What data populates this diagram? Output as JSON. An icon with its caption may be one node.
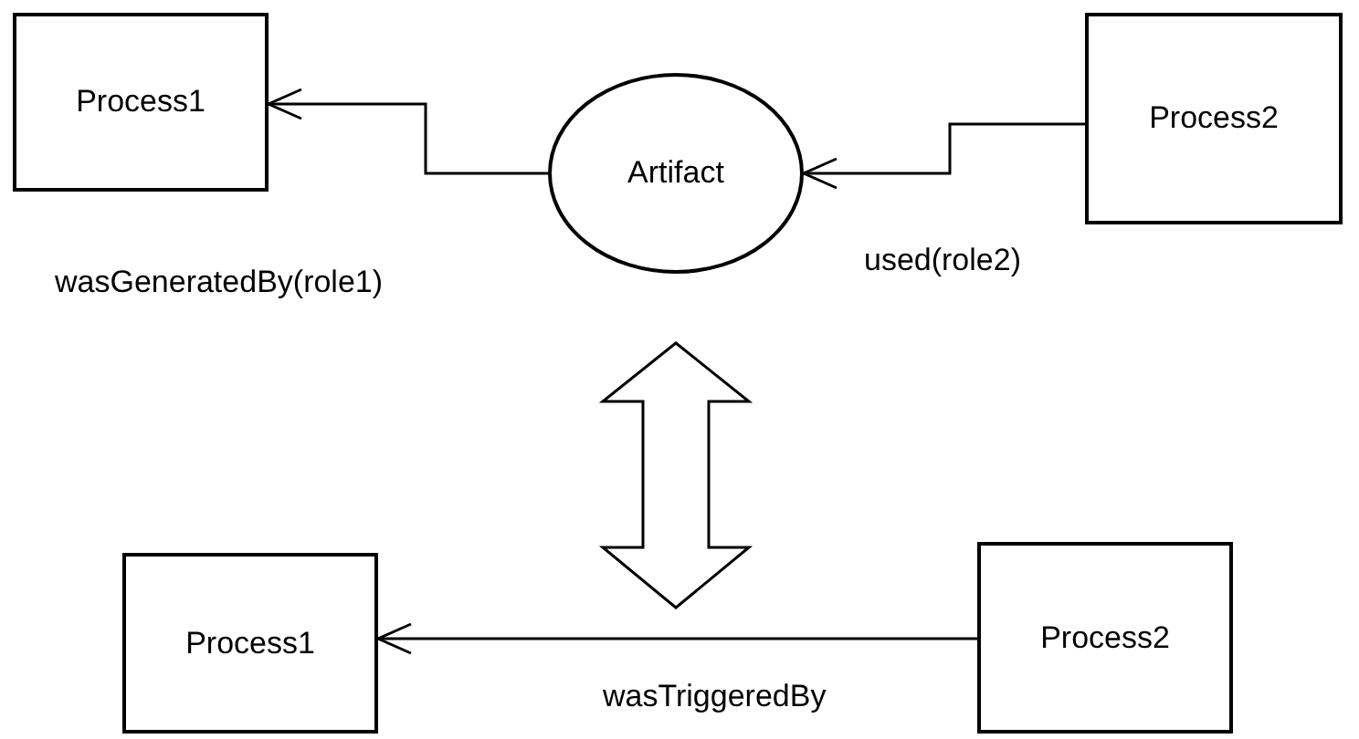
{
  "diagram": {
    "nodes": [
      {
        "text": [
          "Process1"
        ]
      },
      {
        "text": [
          "Artifact"
        ]
      },
      {
        "text": [
          "Process2"
        ]
      },
      {
        "text": [
          "Process1"
        ]
      },
      {
        "text": [
          "Process2"
        ]
      }
    ],
    "edges": [
      {
        "from": 1,
        "to": 0,
        "arrow": "to",
        "label": "wasGeneratedBy(role1)"
      },
      {
        "from": 2,
        "to": 1,
        "arrow": "to",
        "label": "used(role2)"
      },
      {
        "from": 4,
        "to": 3,
        "arrow": "to",
        "label": "wasTriggeredBy"
      }
    ]
  }
}
